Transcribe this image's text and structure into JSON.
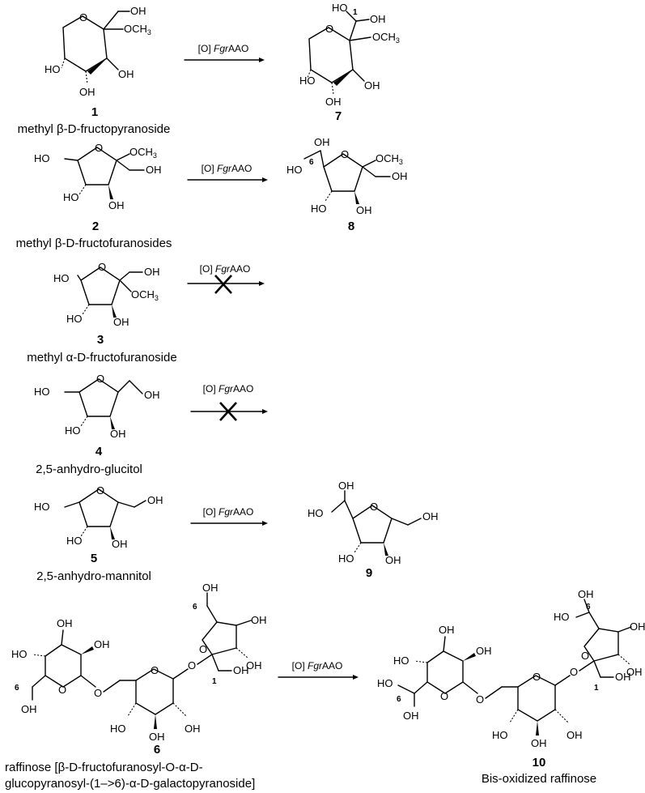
{
  "reactions": [
    {
      "reagent_prefix": "[O] ",
      "reagent_enzyme": "Fgr",
      "reagent_suffix": "AAO",
      "blocked": false
    },
    {
      "reagent_prefix": "[O] ",
      "reagent_enzyme": "Fgr",
      "reagent_suffix": "AAO",
      "blocked": false
    },
    {
      "reagent_prefix": "[O] ",
      "reagent_enzyme": "Fgr",
      "reagent_suffix": "AAO",
      "blocked": true
    },
    {
      "reagent_prefix": "[O] ",
      "reagent_enzyme": "Fgr",
      "reagent_suffix": "AAO",
      "blocked": true
    },
    {
      "reagent_prefix": "[O] ",
      "reagent_enzyme": "Fgr",
      "reagent_suffix": "AAO",
      "blocked": false
    },
    {
      "reagent_prefix": "[O] ",
      "reagent_enzyme": "Fgr",
      "reagent_suffix": "AAO",
      "blocked": false
    }
  ],
  "compounds": {
    "c1": {
      "number": "1",
      "name": "methyl β-D-fructopyranoside"
    },
    "c2": {
      "number": "2",
      "name": "methyl β-D-fructofuranosides"
    },
    "c3": {
      "number": "3",
      "name": "methyl α-D-fructofuranoside"
    },
    "c4": {
      "number": "4",
      "name": "2,5-anhydro-glucitol"
    },
    "c5": {
      "number": "5",
      "name": "2,5-anhydro-mannitol"
    },
    "c6": {
      "number": "6",
      "name_line1": "raffinose [β-D-fructofuranosyl-O-α-D-",
      "name_line2": "glucopyranosyl-(1–>6)-α-D-galactopyranoside]"
    },
    "c7": {
      "number": "7"
    },
    "c8": {
      "number": "8"
    },
    "c9": {
      "number": "9"
    },
    "c10": {
      "number": "10",
      "name": "Bis-oxidized raffinose"
    }
  },
  "atoms": {
    "oh": "OH",
    "ho": "HO",
    "o": "O",
    "och3": "OCH",
    "sub3": "3"
  },
  "locants": {
    "one": "1",
    "six": "6"
  }
}
